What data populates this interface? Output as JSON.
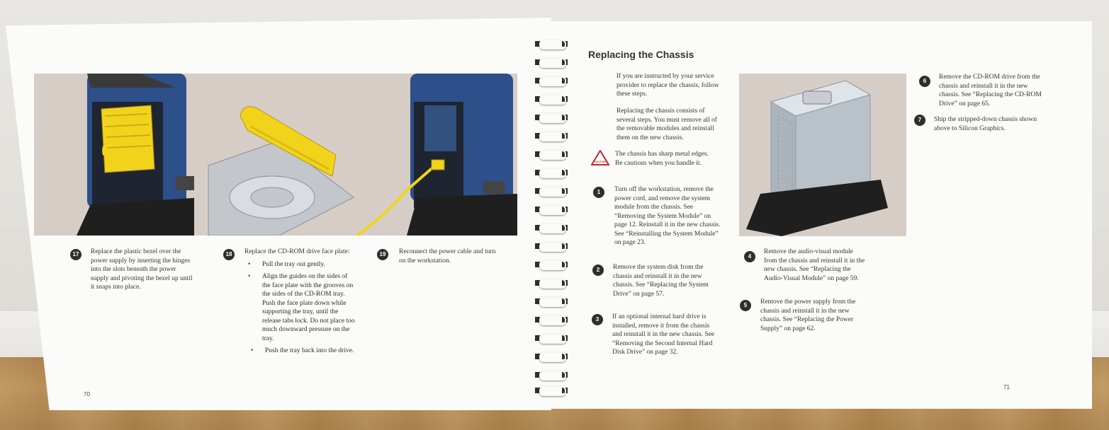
{
  "left_page": {
    "page_number": "70",
    "steps": [
      {
        "num": "17",
        "text_lines": [
          "Replace the plastic bezel over the",
          "power supply by inserting the hinges",
          "into the slots beneath the power",
          "supply and pivoting the bezel up until",
          "it snaps into place."
        ]
      },
      {
        "num": "18",
        "text_lines": [
          "Replace the CD-ROM drive face plate:"
        ],
        "bullets": [
          {
            "lines": [
              "Pull the tray out gently."
            ]
          },
          {
            "lines": [
              "Align the guides on the sides of",
              "the face plate with the grooves on",
              "the sides of the CD-ROM tray.",
              "Push the face plate down while",
              "supporting the tray, until the",
              "release tabs lock. Do not place too",
              "much downward pressure on the",
              "tray."
            ]
          },
          {
            "lines": [
              "Push the tray back into the drive."
            ]
          }
        ]
      },
      {
        "num": "19",
        "text_lines": [
          "Reconnect the power cable and turn",
          "on the workstation."
        ]
      }
    ]
  },
  "right_page": {
    "page_number": "71",
    "heading": "Replacing the Chassis",
    "intro": [
      [
        "If you are instructed by your service",
        "provider to replace the chassis, follow",
        "these steps."
      ],
      [
        "Replacing the chassis consists of",
        "several steps. You must remove all of",
        "the removable modules and reinstall",
        "them on the new chassis."
      ]
    ],
    "caution": {
      "icon_label": "CAUTION",
      "lines": [
        "The chassis has sharp metal edges.",
        "Be cautious when you handle it."
      ]
    },
    "steps": [
      {
        "num": "1",
        "text_lines": [
          "Turn off the workstation, remove the",
          "power cord, and remove the system",
          "module from the chassis. See",
          "“Removing the System Module” on",
          "page 12. Reinstall it in the new chassis.",
          "See “Reinstalling the System Module”",
          "on page 23."
        ]
      },
      {
        "num": "2",
        "text_lines": [
          "Remove the system disk from the",
          "chassis and reinstall it in the new",
          "chassis. See “Replacing the System",
          "Drive” on page 57."
        ]
      },
      {
        "num": "3",
        "text_lines": [
          "If an optional internal hard drive is",
          "installed, remove it from the chassis",
          "and reinstall it in the new chassis. See",
          "“Removing the Second Internal Hard",
          "Disk Drive” on page 32."
        ]
      },
      {
        "num": "4",
        "text_lines": [
          "Remove the audio-visual module",
          "from the chassis and reinstall it in the",
          "new chassis. See “Replacing the",
          "Audio-Visual Module” on page 59."
        ]
      },
      {
        "num": "5",
        "text_lines": [
          "Remove the power supply from the",
          "chassis and reinstall it in the new",
          "chassis. See “Replacing the Power",
          "Supply” on page 62."
        ]
      },
      {
        "num": "6",
        "text_lines": [
          "Remove the CD-ROM drive from the",
          "chassis and reinstall it in the new",
          "chassis. See “Replacing the CD-ROM",
          "Drive” on page 65."
        ]
      },
      {
        "num": "7",
        "text_lines": [
          "Ship the stripped-down chassis shown",
          "above to Silicon Graphics."
        ]
      }
    ]
  },
  "colors": {
    "photo_bg": "#d7cdc7",
    "workstation_blue": "#2d4f8a",
    "bezel_yellow": "#f2d31c",
    "step_badge": "#2e2e2e",
    "caution_red": "#c0272d"
  }
}
